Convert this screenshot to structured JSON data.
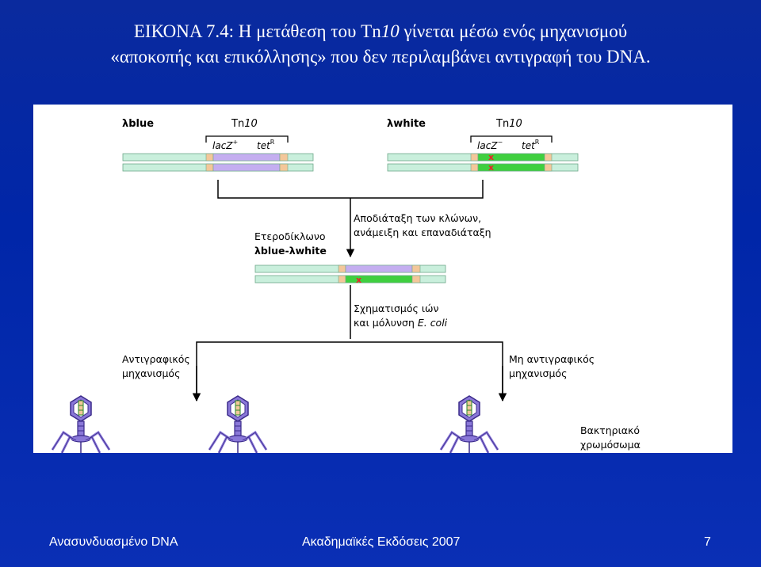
{
  "slide": {
    "title_line1_a": "ΕΙΚΟΝΑ 7.4: Η μετάθεση του Tn",
    "title_line1_b": "10",
    "title_line1_c": " γίνεται μέσω ενός μηχανισμού",
    "title_line2": "«αποκοπής και επικόλλησης» που δεν περιλαμβάνει αντιγραφή του DNA."
  },
  "diagram": {
    "phage_left": "λblue",
    "phage_right": "λwhite",
    "tn_left_a": "Tn",
    "tn_left_b": "10",
    "tn_right_a": "Tn",
    "tn_right_b": "10",
    "lacz_left": "lacZ",
    "lacz_left_sup": "+",
    "tet_left": "tet",
    "tet_left_sup": "R",
    "lacz_right": "lacZ",
    "lacz_right_sup": "−",
    "tet_right": "tet",
    "tet_right_sup": "R",
    "mark_x": "x",
    "step1_line1": "Αποδιάταξη των κλώνων,",
    "step1_line2": "ανάμειξη και επαναδιάταξη",
    "hetero_line1": "Ετεροδίκλωνο",
    "hetero_line2": "λblue-λwhite",
    "step2_line1": "Σχηματισμός ιών",
    "step2_line2a": "και μόλυνση ",
    "step2_line2b": "E. coli",
    "left_branch_line1": "Αντιγραφικός",
    "left_branch_line2": "μηχανισμός",
    "right_branch_line1": "Μη αντιγραφικός",
    "right_branch_line2": "μηχανισμός",
    "bacterial_line1": "Βακτηριακό",
    "bacterial_line2": "χρωμόσωμα"
  },
  "colors": {
    "strand": "#c9efdc",
    "repeat": "#f3c79a",
    "lacz_plus": "#c4aef0",
    "lacz_minus": "#3fcf3f",
    "mark": "#e8242b",
    "phage": "#8a78d8"
  },
  "footer": {
    "left": "Ανασυνδυασμένο DNA",
    "center": "Ακαδημαϊκές Εκδόσεις 2007",
    "page": "7"
  }
}
